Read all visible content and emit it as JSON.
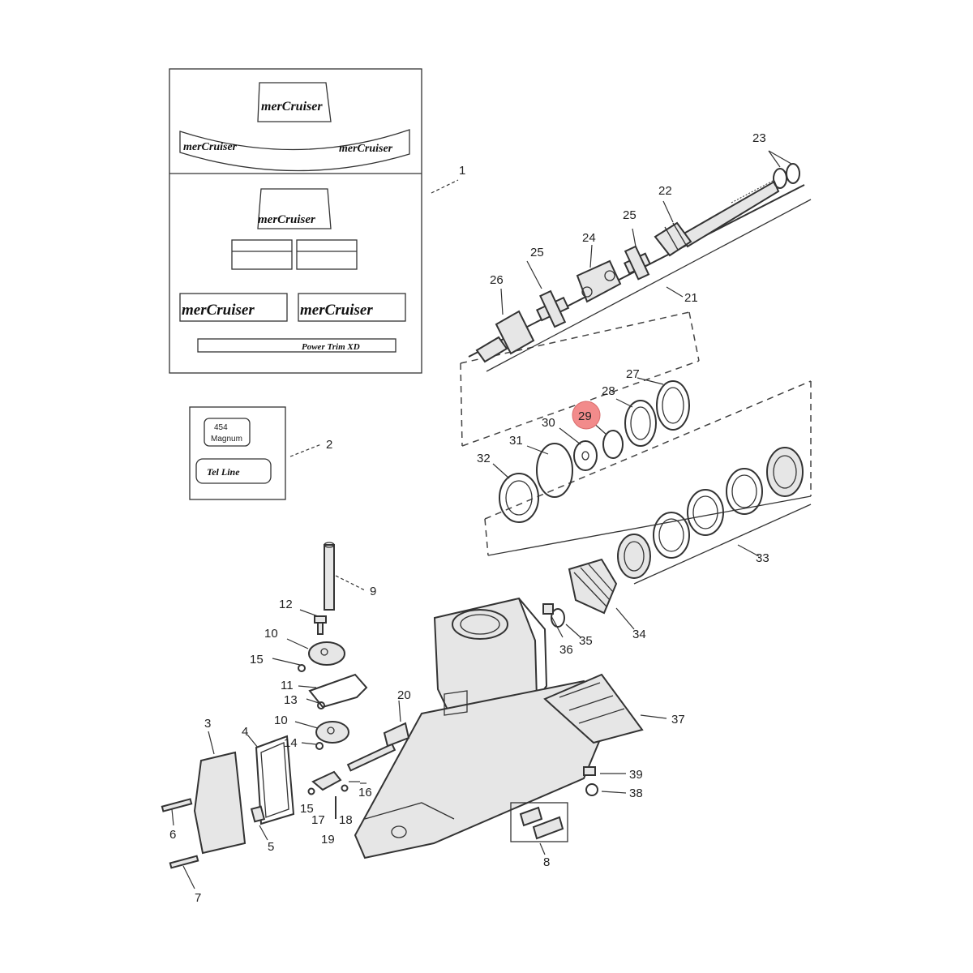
{
  "callouts": [
    {
      "id": "c1",
      "text": "1"
    },
    {
      "id": "c2",
      "text": "2"
    },
    {
      "id": "c3",
      "text": "3"
    },
    {
      "id": "c4",
      "text": "4"
    },
    {
      "id": "c5",
      "text": "5"
    },
    {
      "id": "c6",
      "text": "6"
    },
    {
      "id": "c7",
      "text": "7"
    },
    {
      "id": "c8",
      "text": "8"
    },
    {
      "id": "c9",
      "text": "9"
    },
    {
      "id": "c10a",
      "text": "10"
    },
    {
      "id": "c10b",
      "text": "10"
    },
    {
      "id": "c11",
      "text": "11"
    },
    {
      "id": "c12",
      "text": "12"
    },
    {
      "id": "c13",
      "text": "13"
    },
    {
      "id": "c14",
      "text": "14"
    },
    {
      "id": "c15a",
      "text": "15"
    },
    {
      "id": "c15b",
      "text": "15"
    },
    {
      "id": "c16",
      "text": "16"
    },
    {
      "id": "c17",
      "text": "17"
    },
    {
      "id": "c18",
      "text": "18"
    },
    {
      "id": "c19",
      "text": "19"
    },
    {
      "id": "c20",
      "text": "20"
    },
    {
      "id": "c21",
      "text": "21"
    },
    {
      "id": "c22",
      "text": "22"
    },
    {
      "id": "c23",
      "text": "23"
    },
    {
      "id": "c24",
      "text": "24"
    },
    {
      "id": "c25a",
      "text": "25"
    },
    {
      "id": "c25b",
      "text": "25"
    },
    {
      "id": "c26",
      "text": "26"
    },
    {
      "id": "c27",
      "text": "27"
    },
    {
      "id": "c28",
      "text": "28"
    },
    {
      "id": "c29",
      "text": "29"
    },
    {
      "id": "c30",
      "text": "30"
    },
    {
      "id": "c31",
      "text": "31"
    },
    {
      "id": "c32",
      "text": "32"
    },
    {
      "id": "c33",
      "text": "33"
    },
    {
      "id": "c34",
      "text": "34"
    },
    {
      "id": "c35",
      "text": "35"
    },
    {
      "id": "c36",
      "text": "36"
    },
    {
      "id": "c37",
      "text": "37"
    },
    {
      "id": "c38",
      "text": "38"
    },
    {
      "id": "c39",
      "text": "39"
    }
  ],
  "decals": {
    "logo": "merCruiser",
    "trim_label": "Power Trim XD",
    "badge_top": "454",
    "badge_bottom": "Magnum",
    "badge2": "Tel Line"
  },
  "colors": {
    "highlight": "#f28b8b",
    "line": "#333333"
  }
}
